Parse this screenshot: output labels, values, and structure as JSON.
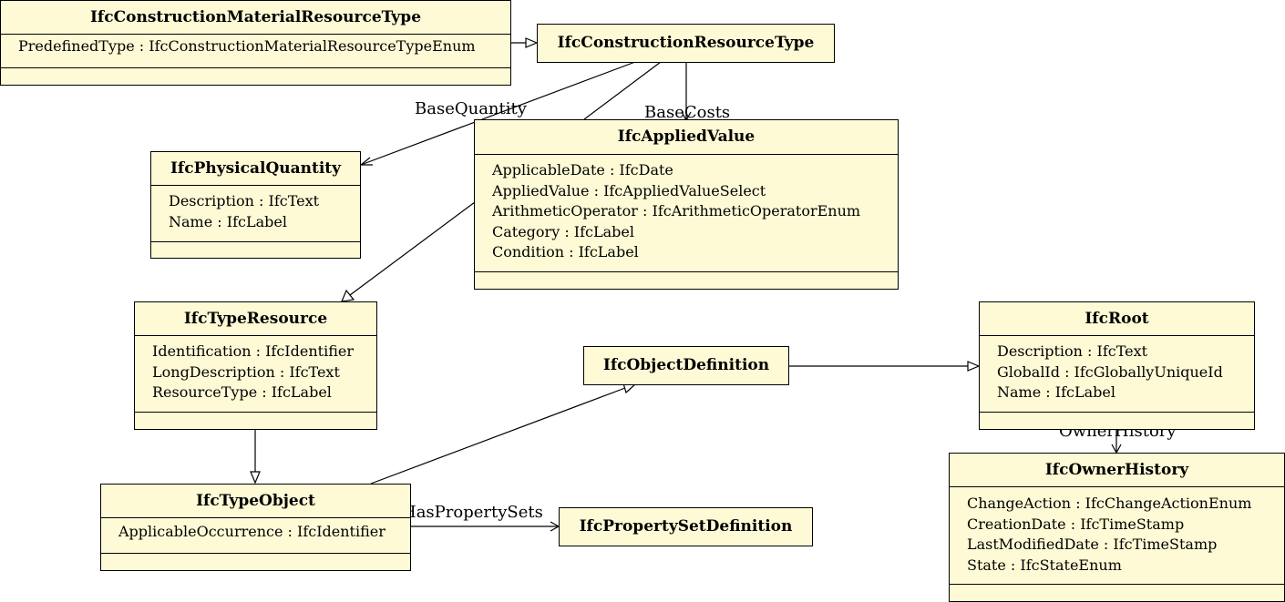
{
  "classes": {
    "construction_material": {
      "name": "IfcConstructionMaterialResourceType",
      "attributes": [
        "PredefinedType : IfcConstructionMaterialResourceTypeEnum"
      ]
    },
    "construction_resource": {
      "name": "IfcConstructionResourceType"
    },
    "physical_quantity": {
      "name": "IfcPhysicalQuantity",
      "attributes": [
        "Description : IfcText",
        "Name : IfcLabel"
      ]
    },
    "applied_value": {
      "name": "IfcAppliedValue",
      "attributes": [
        "ApplicableDate : IfcDate",
        "AppliedValue : IfcAppliedValueSelect",
        "ArithmeticOperator : IfcArithmeticOperatorEnum",
        "Category : IfcLabel",
        "Condition : IfcLabel"
      ]
    },
    "type_resource": {
      "name": "IfcTypeResource",
      "attributes": [
        "Identification : IfcIdentifier",
        "LongDescription : IfcText",
        "ResourceType : IfcLabel"
      ]
    },
    "object_definition": {
      "name": "IfcObjectDefinition"
    },
    "root": {
      "name": "IfcRoot",
      "attributes": [
        "Description : IfcText",
        "GlobalId : IfcGloballyUniqueId",
        "Name : IfcLabel"
      ]
    },
    "type_object": {
      "name": "IfcTypeObject",
      "attributes": [
        "ApplicableOccurrence : IfcIdentifier"
      ]
    },
    "property_set_definition": {
      "name": "IfcPropertySetDefinition"
    },
    "owner_history": {
      "name": "IfcOwnerHistory",
      "attributes": [
        "ChangeAction : IfcChangeActionEnum",
        "CreationDate : IfcTimeStamp",
        "LastModifiedDate : IfcTimeStamp",
        "State : IfcStateEnum"
      ]
    }
  },
  "associations": {
    "base_quantity": "BaseQuantity",
    "base_costs": "BaseCosts",
    "has_property_sets": "HasPropertySets",
    "owner_history": "OwnerHistory"
  },
  "colors": {
    "class_fill": "#fffad6",
    "line": "#000000"
  }
}
